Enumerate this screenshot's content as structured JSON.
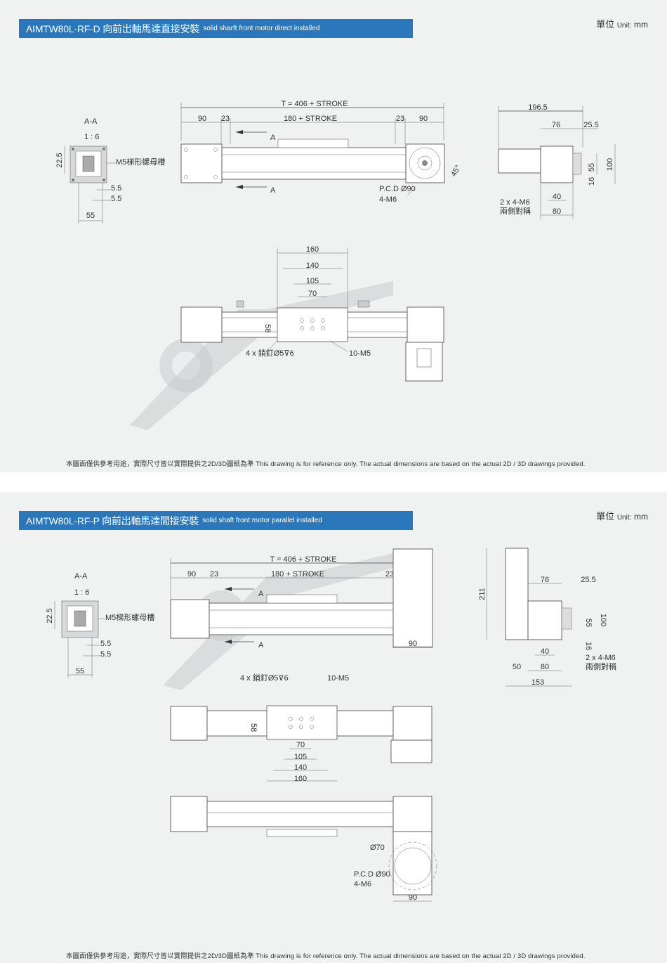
{
  "sections": [
    {
      "title_main": "AIMTW80L-RF-D 向前出軸馬達直接安裝",
      "title_sub": "solid sharft front motor direct installed",
      "unit_zh": "單位",
      "unit_en": "Unit:",
      "unit_mm": "mm",
      "section_label": "A-A",
      "section_scale": "1 : 6",
      "labels": {
        "d22_5": "22.5",
        "slot": "M5梯形螺母槽",
        "d5_5a": "5.5",
        "d5_5b": "5.5",
        "d55": "55",
        "total": "T = 406 + STROKE",
        "d90a": "90",
        "d23a": "23",
        "stroke": "180 + STROKE",
        "d23b": "23",
        "d90b": "90",
        "cut_a1": "A",
        "cut_a2": "A",
        "pcd": "P.C.D Ø90",
        "m6": "4-M6",
        "angle": "45°",
        "d196_5": "196.5",
        "d76": "76",
        "d25_5": "25.5",
        "d55v": "55",
        "d100": "100",
        "d16": "16",
        "side_m6": "2 x 4-M6",
        "side_both": "兩側對稱",
        "d40": "40",
        "d80": "80",
        "d160": "160",
        "d140": "140",
        "d105": "105",
        "d70": "70",
        "d58": "58",
        "pin": "4 x 銷釘Ø5⊽6",
        "m5": "10-M5"
      },
      "footer": "本圖面僅供參考用途，實際尺寸皆以實際提供之2D/3D圖紙為準 This drawing is for reference only. The actual dimensions are based on the actual 2D / 3D drawings provided."
    },
    {
      "title_main": "AIMTW80L-RF-P 向前出軸馬達間接安裝",
      "title_sub": "solid shaft front motor parallel installed",
      "unit_zh": "單位",
      "unit_en": "Unit:",
      "unit_mm": "mm",
      "section_label": "A-A",
      "section_scale": "1 : 6",
      "labels": {
        "d22_5": "22.5",
        "slot": "M5梯形螺母槽",
        "d5_5a": "5.5",
        "d5_5b": "5.5",
        "d55": "55",
        "total": "T = 406 + STROKE",
        "d90a": "90",
        "d23a": "23",
        "stroke": "180 + STROKE",
        "d23b": "23",
        "d90b": "90",
        "cut_a1": "A",
        "cut_a2": "A",
        "d211": "211",
        "d76": "76",
        "d25_5": "25.5",
        "d55v": "55",
        "d100": "100",
        "d16": "16",
        "side_m6": "2 x 4-M6",
        "side_both": "兩側對稱",
        "d40": "40",
        "d50": "50",
        "d80": "80",
        "d153": "153",
        "pin": "4 x 銷釘Ø5⊽6",
        "m5": "10-M5",
        "d58": "58",
        "d70": "70",
        "d105": "105",
        "d140": "140",
        "d160": "160",
        "d70dia": "Ø70",
        "pcd": "P.C.D Ø90",
        "m6": "4-M6",
        "d90c": "90"
      },
      "footer": "本圖面僅供參考用途，實際尺寸皆以實際提供之2D/3D圖紙為準 This drawing is for reference only. The actual dimensions are based on the actual 2D / 3D drawings provided."
    }
  ],
  "colors": {
    "title_bar": "#2a78bb",
    "background": "#f0f1f1",
    "line": "#444444"
  }
}
